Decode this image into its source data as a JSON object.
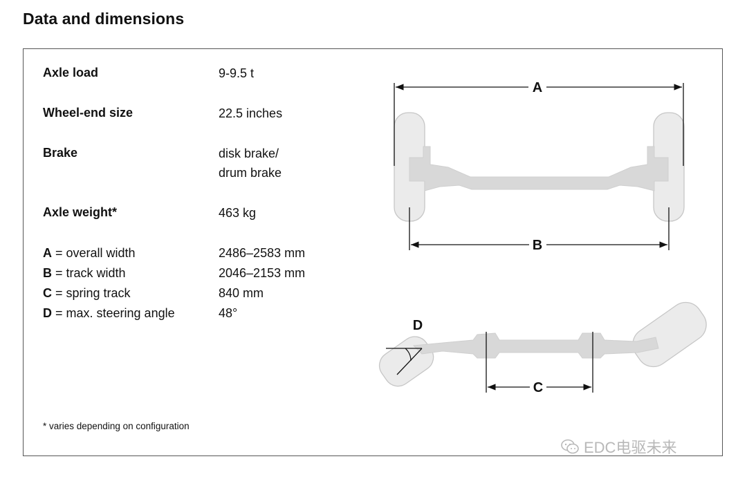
{
  "page": {
    "title": "Data and dimensions"
  },
  "specs": [
    {
      "label": "Axle load",
      "value": "9-9.5 t"
    },
    {
      "label": "Wheel-end size",
      "value": "22.5 inches"
    },
    {
      "label": "Brake",
      "value_lines": [
        "disk brake/",
        "drum brake"
      ]
    },
    {
      "label": "Axle weight*",
      "value": "463 kg"
    }
  ],
  "dimensions": [
    {
      "letter": "A",
      "label": " = overall width",
      "value": "2486–2583 mm"
    },
    {
      "letter": "B",
      "label": " = track width",
      "value": "2046–2153 mm"
    },
    {
      "letter": "C",
      "label": " = spring track",
      "value": "840 mm"
    },
    {
      "letter": "D",
      "label": " = max. steering angle",
      "value": "48°"
    }
  ],
  "footnote": "* varies depending on configuration",
  "diagram": {
    "label_a": "A",
    "label_b": "B",
    "label_c": "C",
    "label_d": "D"
  },
  "watermark": {
    "text": "EDC电驱未来",
    "icon": "wechat-icon"
  }
}
